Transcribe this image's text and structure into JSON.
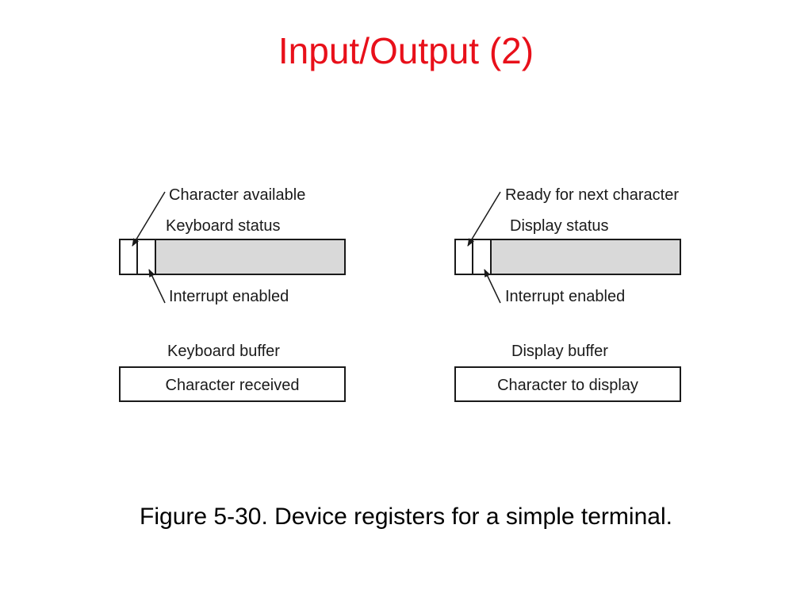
{
  "title": "Input/Output (2)",
  "caption": "Figure 5-30. Device registers for a simple terminal.",
  "colors": {
    "title": "#e8101a",
    "register_fill": "#d9d9d9",
    "stroke": "#1a1a1a"
  },
  "keyboard": {
    "char_available_label": "Character available",
    "status_label": "Keyboard status",
    "interrupt_label": "Interrupt enabled",
    "buffer_label": "Keyboard buffer",
    "buffer_content": "Character received"
  },
  "display": {
    "ready_label": "Ready for next character",
    "status_label": "Display status",
    "interrupt_label": "Interrupt enabled",
    "buffer_label": "Display buffer",
    "buffer_content": "Character to display"
  }
}
